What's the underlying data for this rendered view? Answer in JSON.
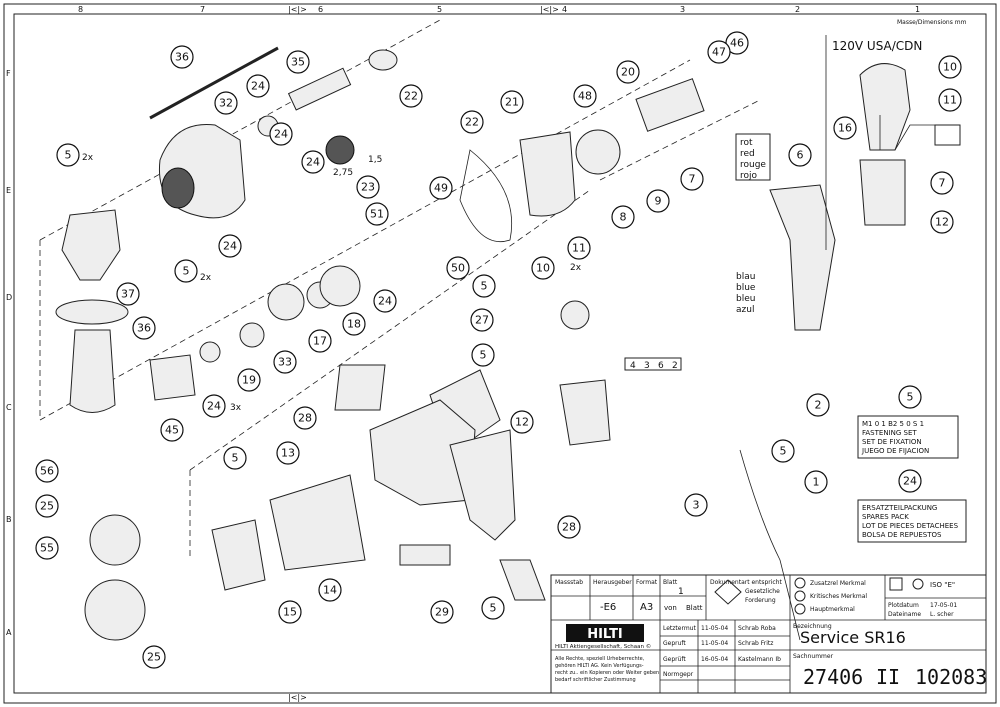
{
  "border": {
    "top": [
      "8",
      "7",
      "6",
      "5",
      "4",
      "3",
      "2",
      "1"
    ],
    "left": [
      "F",
      "E",
      "D",
      "C",
      "B",
      "A"
    ]
  },
  "top_right_note": "Masse/Dimensions  mm",
  "inset": {
    "title": "120V USA/CDN",
    "callouts": [
      "10",
      "11",
      "16",
      "7",
      "12"
    ]
  },
  "wire_colors": {
    "red": [
      "rot",
      "red",
      "rouge",
      "rojo"
    ],
    "blue": [
      "blau",
      "blue",
      "bleu",
      "azul"
    ]
  },
  "terminal_numbers": [
    "4",
    "3",
    "6",
    "2"
  ],
  "callouts": [
    "36",
    "32",
    "24",
    "35",
    "24",
    "22",
    "5",
    "24",
    "23",
    "24",
    "37",
    "5",
    "36",
    "45",
    "24",
    "33",
    "19",
    "17",
    "18",
    "24",
    "51",
    "49",
    "50",
    "21",
    "22",
    "20",
    "46",
    "47",
    "48",
    "11",
    "10",
    "9",
    "8",
    "7",
    "6",
    "5",
    "27",
    "5",
    "28",
    "13",
    "14",
    "15",
    "5",
    "56",
    "25",
    "55",
    "25",
    "29",
    "5",
    "28",
    "12",
    "3",
    "2",
    "1",
    "5"
  ],
  "multipliers": {
    "screws_a": "2x",
    "screws_b": "2x",
    "ring": "3x",
    "clip": "2x"
  },
  "dims": [
    "1,5",
    "2,75"
  ],
  "fastening_box": {
    "callout": "5",
    "lines": [
      "M1 0 1 B2 5 0 S 1",
      "FASTENING SET",
      "SET DE FIXATION",
      "JUEGO DE FIJACION"
    ]
  },
  "spares_box": {
    "callout": "24",
    "lines": [
      "ERSATZTEILPACKUNG",
      "SPARES PACK",
      "LOT DE PIECES DETACHEES",
      "BOLSA DE REPUESTOS"
    ]
  },
  "title_block": {
    "row1_labels": [
      "Massstab",
      "Herausgeber",
      "Format",
      "Blatt",
      "Dokumentart entspricht"
    ],
    "publisher": "-E6",
    "format": "A3",
    "blatt": "1",
    "von": "von",
    "blatt2": "Blatt",
    "doc_note_1": "Gesetzliche",
    "doc_note_2": "Forderung",
    "marks": [
      "Zusatzrel Merkmal",
      "Kritisches Merkmal",
      "Hauptmerkmal"
    ],
    "iso": "ISO \"E\"",
    "plotdat_label": "Plotdatum",
    "plotdat": "17-05-01",
    "dateiname_label": "Dateiname",
    "dateiname": "L. scher",
    "logo": "HILTI",
    "company": "HILTI Aktiengesellschaft, Schaan ©",
    "legal": [
      "Alle Rechte, speziell Urheberrechte,",
      "gehören HILTI AG. Kein Verfügungs-",
      "recht zu.. ein Kopieren oder Weiter geben",
      "bedarf schriftlicher Zustimmung"
    ],
    "rows": [
      {
        "label": "Letztermut",
        "date": "11-05-04",
        "name": "Schrab Roba"
      },
      {
        "label": "Gepruft",
        "date": "11-05-04",
        "name": "Schrab Fritz"
      },
      {
        "label": "Geprüft",
        "date": "16-05-04",
        "name": "Kastelmann Ib"
      },
      {
        "label": "Normgepr",
        "date": "",
        "name": ""
      }
    ],
    "bezeichnung_label": "Bezeichnung",
    "bezeichnung": "Service SR16",
    "sachnummer_label": "Sachnummer",
    "sachnummer": "27406",
    "index": "II",
    "doc_number": "102083"
  },
  "bottom_marks": [
    "|<|>",
    "|<|>"
  ]
}
